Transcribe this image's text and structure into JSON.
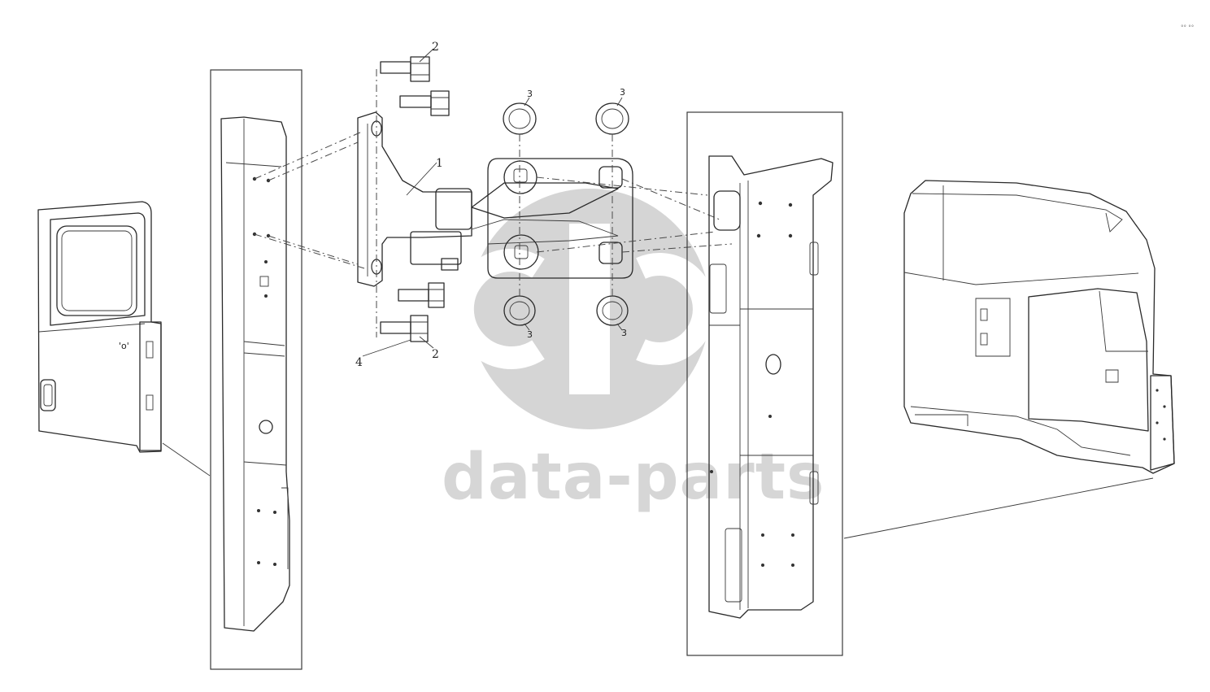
{
  "diagram": {
    "callouts": {
      "part_1": "1",
      "part_2_top": "2",
      "part_2_bottom": "2",
      "part_3_top_left": "3",
      "part_3_top_right": "3",
      "part_3_bottom_left": "3",
      "part_3_bottom_right": "3",
      "part_4": "4"
    },
    "watermark": {
      "text": "data-parts",
      "logo_color": "#b3b3b3",
      "text_color": "#cfcfcf"
    },
    "corner_mark": "°° °°",
    "line_color": "#2a2a2a"
  }
}
